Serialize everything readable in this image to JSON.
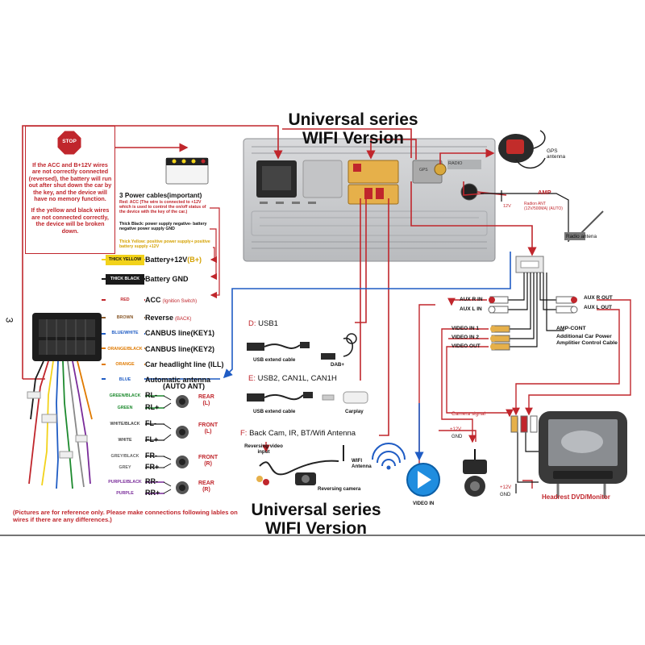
{
  "title_top": {
    "line1": "Universal series",
    "line2": "WIFI Version"
  },
  "title_bottom": {
    "line1": "Universal series",
    "line2": "WIFI Version"
  },
  "warning": {
    "stop_label": "STOP",
    "text1": "If the ACC and B+12V wires are not correctly connected (reversed), the battery will run out after shut down the car by the key, and the device will have no memory function.",
    "text2": "If the yellow and black wires are not connected correctly, the device will be broken down."
  },
  "power": {
    "heading": "3 Power cables(important)",
    "red_note": "Red: ACC (The wire is connected to +12V which is used to control the on/off status of the device with the key of the car.)",
    "black_note": "Thick Black: power supply negative- battery negative power supply GND",
    "yellow_note": "Thick Yellow: positive power supply+ positive battery supply +12V"
  },
  "side_number": "3",
  "wires": [
    {
      "band": "THICK YELLOW",
      "band_color": "#f2d21a",
      "band_text": "#111111",
      "label": "Battery+12V",
      "suffix": "(B+)"
    },
    {
      "band": "THICK BLACK",
      "band_color": "#1a1a1a",
      "band_text": "#ffffff",
      "label": "Battery GND",
      "suffix": ""
    },
    {
      "band": "RED",
      "band_color": "#ffffff",
      "band_text": "#c0262c",
      "label": "ACC",
      "suffix": "(Ignition Switch)"
    },
    {
      "band": "BROWN",
      "band_color": "#ffffff",
      "band_text": "#8a5a2b",
      "label": "Reverse",
      "suffix": "(BACK)"
    },
    {
      "band": "BLUE/WHITE",
      "band_color": "#ffffff",
      "band_text": "#1f5cc4",
      "label": "CANBUS line(KEY1)",
      "suffix": ""
    },
    {
      "band": "ORANGE/BLACK",
      "band_color": "#ffffff",
      "band_text": "#e07a00",
      "label": "CANBUS line(KEY2)",
      "suffix": ""
    },
    {
      "band": "ORANGE",
      "band_color": "#ffffff",
      "band_text": "#e07a00",
      "label": "Car headlight line (ILL)",
      "suffix": ""
    },
    {
      "band": "BLUE",
      "band_color": "#ffffff",
      "band_text": "#1f5cc4",
      "label": "Automatic antenna",
      "suffix": "(AUTO ANT)"
    }
  ],
  "speakers": [
    {
      "band1": "GREEN/BLACK",
      "band2": "GREEN",
      "pin1": "RL-",
      "pin2": "RL+",
      "name": "REAR",
      "side": "(L)",
      "c1": "#1d8a2e",
      "c2": "#1d8a2e"
    },
    {
      "band1": "WHITE/BLACK",
      "band2": "WHITE",
      "pin1": "FL-",
      "pin2": "FL+",
      "name": "FRONT",
      "side": "(L)",
      "c1": "#444444",
      "c2": "#444444"
    },
    {
      "band1": "GREY/BLACK",
      "band2": "GREY",
      "pin1": "FR-",
      "pin2": "FR+",
      "name": "FRONT",
      "side": "(R)",
      "c1": "#666666",
      "c2": "#666666"
    },
    {
      "band1": "PURPLE/BLACK",
      "band2": "PURPLE",
      "pin1": "RR-",
      "pin2": "RR+",
      "name": "REAR",
      "side": "(R)",
      "c1": "#7a2c9a",
      "c2": "#7a2c9a"
    }
  ],
  "section_d": {
    "letter": "D:",
    "label": "USB1",
    "usb_caption": "USB extend cable",
    "dab_caption": "DAB+"
  },
  "section_e": {
    "letter": "E:",
    "label": "USB2, CAN1L, CAN1H",
    "usb_caption": "USB extend cable",
    "carplay_caption": "Carplay"
  },
  "section_f": {
    "letter": "F:",
    "label": "Back Cam, IR, BT/Wifi Antenna",
    "rev_input": "Reversing video input",
    "wifi": "WIFI Antenna",
    "rev_camera": "Reversing camera"
  },
  "gps": {
    "label": "GPS antenna"
  },
  "amp": {
    "label": "AMP",
    "radio_ant": "Radion ANT (12V/500MA) (AUTO)",
    "v12": "12V",
    "antenna": "Radio antena"
  },
  "unit_labels": {
    "gps": "GPS",
    "radio": "RADIO"
  },
  "av": {
    "aux_r_in": "AUX R IN",
    "aux_l_in": "AUX L IN",
    "aux_r_out": "AUX R OUT",
    "aux_l_out": "AUX L OUT",
    "video_in1": "VIDEO IN 1",
    "video_in2": "VIDEO IN 2",
    "video_out": "VIDEO OUT",
    "amp_cont": "AMP-CONT",
    "amp_cont_desc": "Additional Car Power Amplitier Control Cable"
  },
  "camera": {
    "signal": "Camera signal",
    "v12": "+12V",
    "gnd": "GND",
    "video_in": "VIDEO IN"
  },
  "headrest": {
    "v12": "+12V",
    "gnd": "GND",
    "label": "Headrest DVD/Monitor"
  },
  "footer": "(Pictures are for reference only. Please make connections following lables on wires if there are any differences.)",
  "colors": {
    "red_wire": "#c0262c",
    "blue_wire": "#1f5cc4",
    "accent_red": "#c0262c"
  }
}
